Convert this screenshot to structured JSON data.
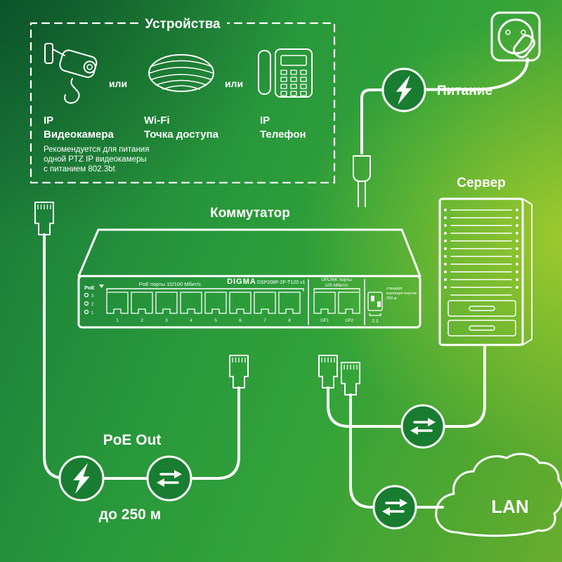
{
  "devices": {
    "title": "Устройства",
    "or_1": "или",
    "or_2": "или",
    "camera": {
      "line1": "IP",
      "line2": "Видеокамера"
    },
    "wifi": {
      "line1": "Wi-Fi",
      "line2": "Точка доступа"
    },
    "phone": {
      "line1": "IP",
      "line2": "Телефон"
    },
    "note": [
      "Рекомендуется для питания",
      "одной PTZ IP видеокамеры",
      "с питанием 802.3bt"
    ]
  },
  "power": {
    "label": "Питание"
  },
  "switch": {
    "label": "Коммутатор",
    "brand": "DIGMA",
    "model": "DSP208F-2F-T120 v1",
    "poe_group_label": "PoE порты 10/100 Мбит/с",
    "uplink_group_label_1": "UPLINK порты",
    "uplink_group_label_2": "100 Мбит/с",
    "poe_led_label": "PoE",
    "led_numbers": [
      "3",
      "2",
      "1"
    ],
    "port_numbers": [
      "1",
      "2",
      "3",
      "4",
      "5",
      "6",
      "7",
      "8"
    ],
    "uplink_numbers": [
      "UP1",
      "UP2"
    ],
    "dip_label": "2 3",
    "dip_note": [
      "стандарт",
      "изоляция портов",
      "250 м"
    ]
  },
  "server": {
    "label": "Сервер"
  },
  "poe_out": {
    "label": "PoE Out",
    "distance": "до 250 м"
  },
  "lan": {
    "label": "LAN"
  },
  "icons": [
    "ip-camera-icon",
    "wifi-ap-icon",
    "ip-phone-icon",
    "power-outlet-icon",
    "lightning-icon",
    "transfer-arrows-icon",
    "rj45-connector-icon",
    "dc-power-connector-icon",
    "poe-switch-icon",
    "server-rack-icon",
    "lan-cloud-icon"
  ],
  "colors": {
    "background_dark": "#0f6b33",
    "background_bright": "#2fa33a",
    "background_yellow": "#8cbd30",
    "line": "#ffffff",
    "node_fill": "#187d30"
  }
}
